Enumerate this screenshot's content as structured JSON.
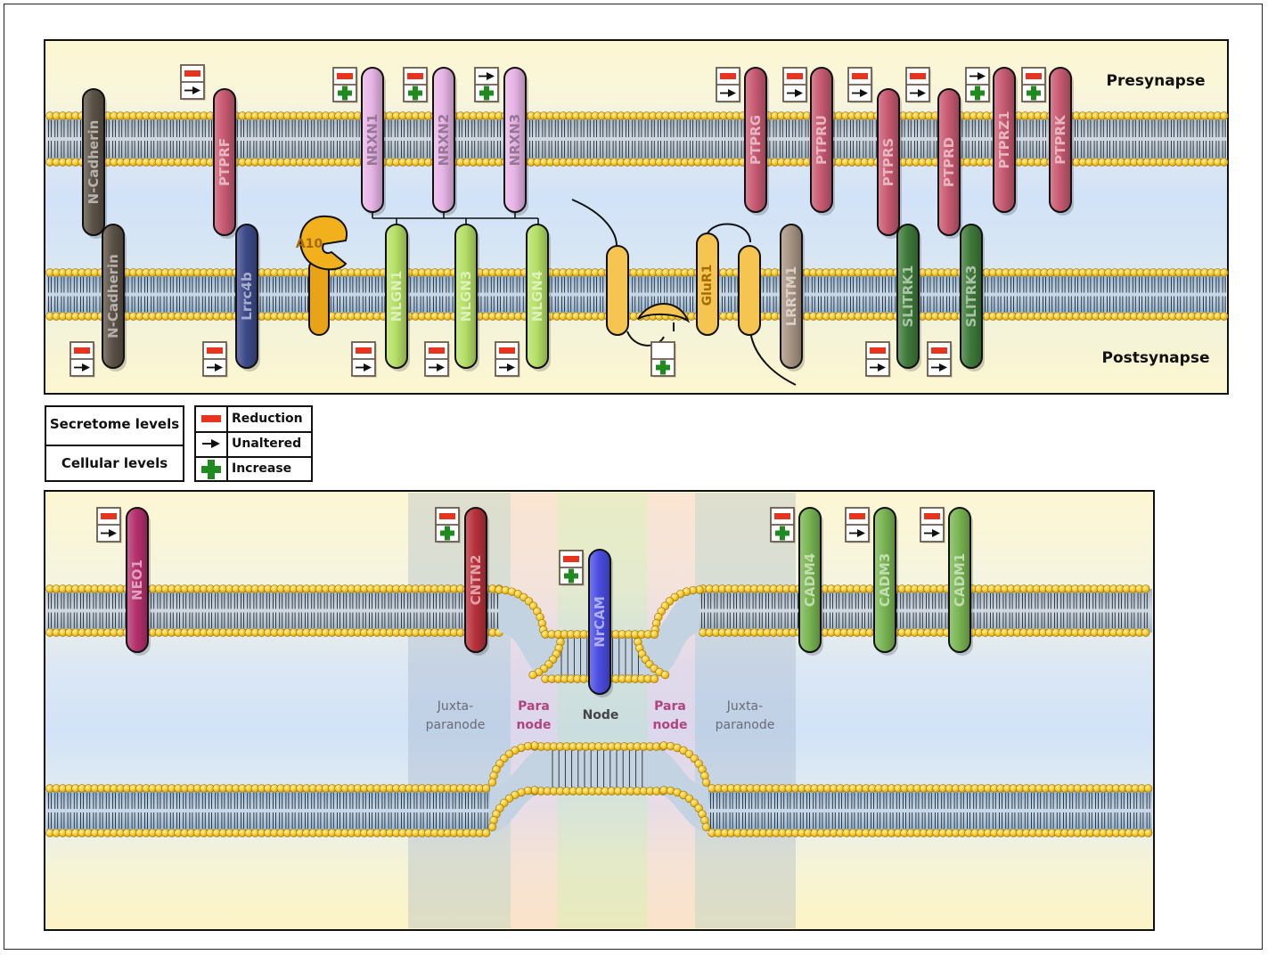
{
  "top_panel": {
    "presynapse_label": "Presynapse",
    "postsynapse_label": "Postsynapse",
    "proteins": [
      {
        "name": "N-Cadherin",
        "color": "#5c5247",
        "indicators": []
      },
      {
        "name": "N-Cadherin",
        "color": "#5c5247",
        "indicators": [
          "reduction",
          "unaltered"
        ]
      },
      {
        "name": "PTPRF",
        "color": "#c85a72",
        "indicators": [
          "reduction",
          "unaltered"
        ]
      },
      {
        "name": "Lrrc4b",
        "color": "#3d4a8a",
        "indicators": [
          "reduction",
          "unaltered"
        ]
      },
      {
        "name": "A10",
        "color": "#e9a319",
        "indicators": []
      },
      {
        "name": "NRXN1",
        "color": "#e8b5e6",
        "indicators": [
          "reduction",
          "increase"
        ]
      },
      {
        "name": "NRXN2",
        "color": "#e8b5e6",
        "indicators": [
          "reduction",
          "increase"
        ]
      },
      {
        "name": "NRXN3",
        "color": "#e8b5e6",
        "indicators": [
          "unaltered",
          "increase"
        ]
      },
      {
        "name": "NLGN1",
        "color": "#b6e066",
        "indicators": [
          "reduction",
          "unaltered"
        ]
      },
      {
        "name": "NLGN3",
        "color": "#b6e066",
        "indicators": [
          "reduction",
          "unaltered"
        ]
      },
      {
        "name": "NLGN4",
        "color": "#b6e066",
        "indicators": [
          "reduction",
          "unaltered"
        ]
      },
      {
        "name": "GluR1",
        "color": "#f5c451",
        "indicators": [
          "none",
          "increase"
        ]
      },
      {
        "name": "LRRTM1",
        "color": "#a89484",
        "indicators": [
          "none",
          "increase"
        ]
      },
      {
        "name": "PTPRG",
        "color": "#c85a72",
        "indicators": [
          "reduction",
          "unaltered"
        ]
      },
      {
        "name": "PTPRU",
        "color": "#c85a72",
        "indicators": [
          "reduction",
          "unaltered"
        ]
      },
      {
        "name": "PTPRS",
        "color": "#c85a72",
        "indicators": [
          "reduction",
          "unaltered"
        ]
      },
      {
        "name": "PTPRD",
        "color": "#c85a72",
        "indicators": [
          "reduction",
          "unaltered"
        ]
      },
      {
        "name": "PTPRZ1",
        "color": "#c85a72",
        "indicators": [
          "unaltered",
          "increase"
        ]
      },
      {
        "name": "PTPRK",
        "color": "#c85a72",
        "indicators": [
          "reduction",
          "increase"
        ]
      },
      {
        "name": "SLITRK1",
        "color": "#3f7a3a",
        "indicators": [
          "reduction",
          "unaltered"
        ]
      },
      {
        "name": "SLITRK3",
        "color": "#3f7a3a",
        "indicators": [
          "reduction",
          "unaltered"
        ]
      }
    ]
  },
  "legend": {
    "secretome_label": "Secretome levels",
    "cellular_label": "Cellular levels",
    "reduction_label": "Reduction",
    "unaltered_label": "Unaltered",
    "increase_label": "Increase"
  },
  "bottom_panel": {
    "regions": [
      {
        "label": "Juxta-\nparanode",
        "color": "#6b6b78"
      },
      {
        "label": "Para\nnode",
        "color": "#b0447f"
      },
      {
        "label": "Node",
        "color": "#444444"
      },
      {
        "label": "Para\nnode",
        "color": "#b0447f"
      },
      {
        "label": "Juxta-\nparanode",
        "color": "#6b6b78"
      }
    ],
    "proteins": [
      {
        "name": "NEO1",
        "color": "#b5306e",
        "indicators": [
          "reduction",
          "unaltered"
        ]
      },
      {
        "name": "CNTN2",
        "color": "#b8313b",
        "indicators": [
          "reduction",
          "increase"
        ]
      },
      {
        "name": "NrCAM",
        "color": "#4b4de3",
        "indicators": [
          "reduction",
          "increase"
        ]
      },
      {
        "name": "CADM4",
        "color": "#79b552",
        "indicators": [
          "reduction",
          "increase"
        ]
      },
      {
        "name": "CADM3",
        "color": "#79b552",
        "indicators": [
          "reduction",
          "unaltered"
        ]
      },
      {
        "name": "CADM1",
        "color": "#79b552",
        "indicators": [
          "reduction",
          "unaltered"
        ]
      }
    ]
  }
}
